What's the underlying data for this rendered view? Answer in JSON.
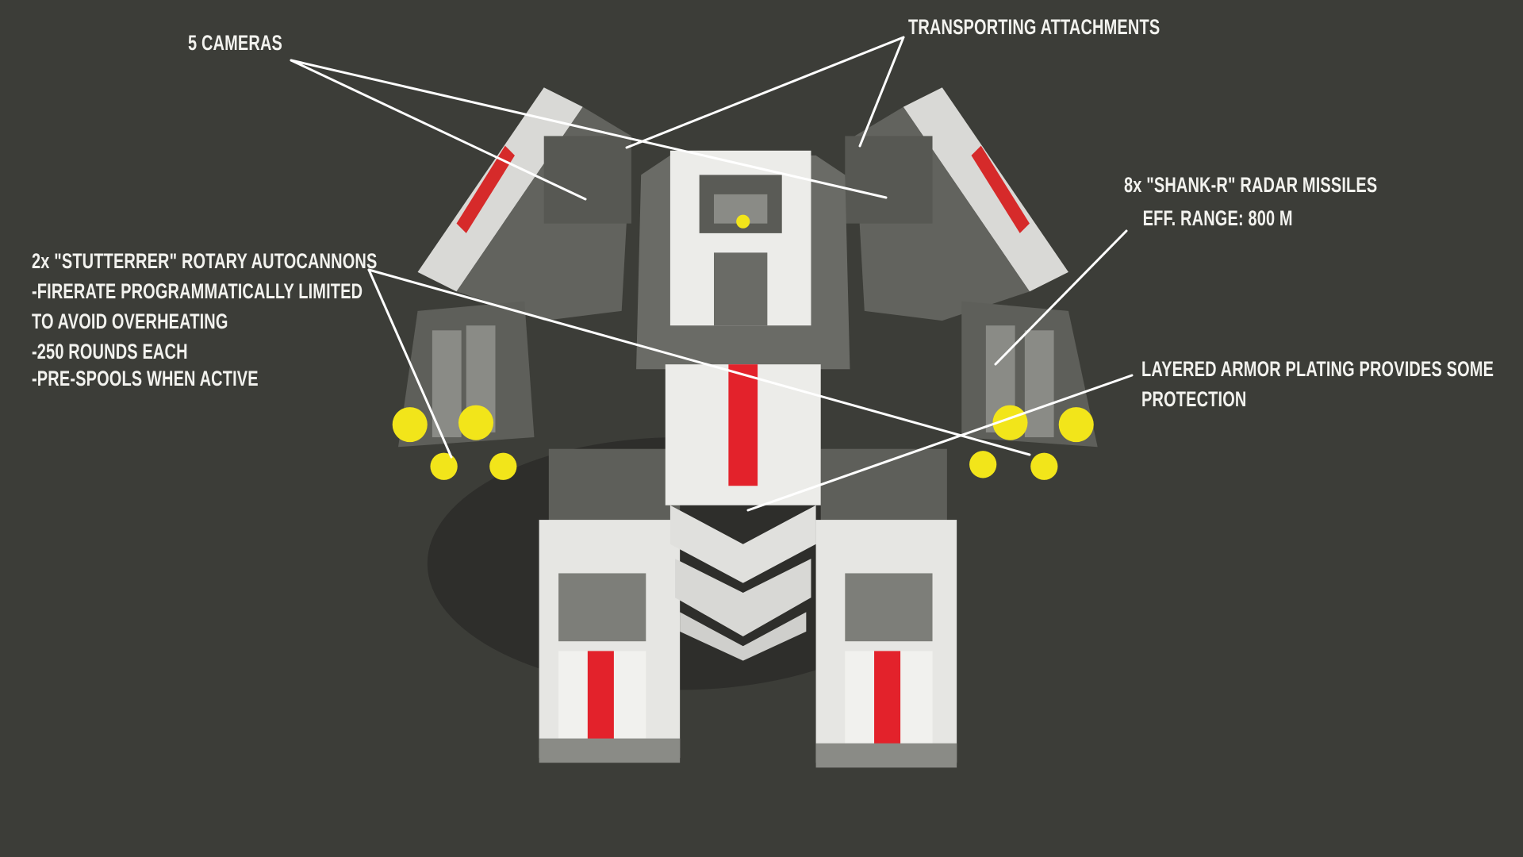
{
  "annotations": {
    "cameras": {
      "title": "5 CAMERAS"
    },
    "transport": {
      "title": "TRANSPORTING  ATTACHMENTS"
    },
    "missiles": {
      "title": "8x \"SHANK-R\" RADAR MISSILES",
      "range": "EFF. RANGE: 800 M"
    },
    "autocannons": {
      "lines": [
        "2x \"STUTTERRER\" ROTARY AUTOCANNONS",
        "-FIRERATE PROGRAMMATICALLY LIMITED",
        "TO AVOID OVERHEATING",
        "-250 ROUNDS EACH",
        "-PRE-SPOOLS WHEN ACTIVE"
      ]
    },
    "armor": {
      "lines": [
        "LAYERED ARMOR PLATING PROVIDES SOME",
        "PROTECTION"
      ]
    }
  },
  "colors": {
    "background": "#3c3d38",
    "armor_white": "#e9e9e6",
    "armor_gray": "#6e6f6a",
    "accent_red": "#e3222b",
    "barrel_yellow": "#f2e51a",
    "text": "#f2f2ee"
  }
}
